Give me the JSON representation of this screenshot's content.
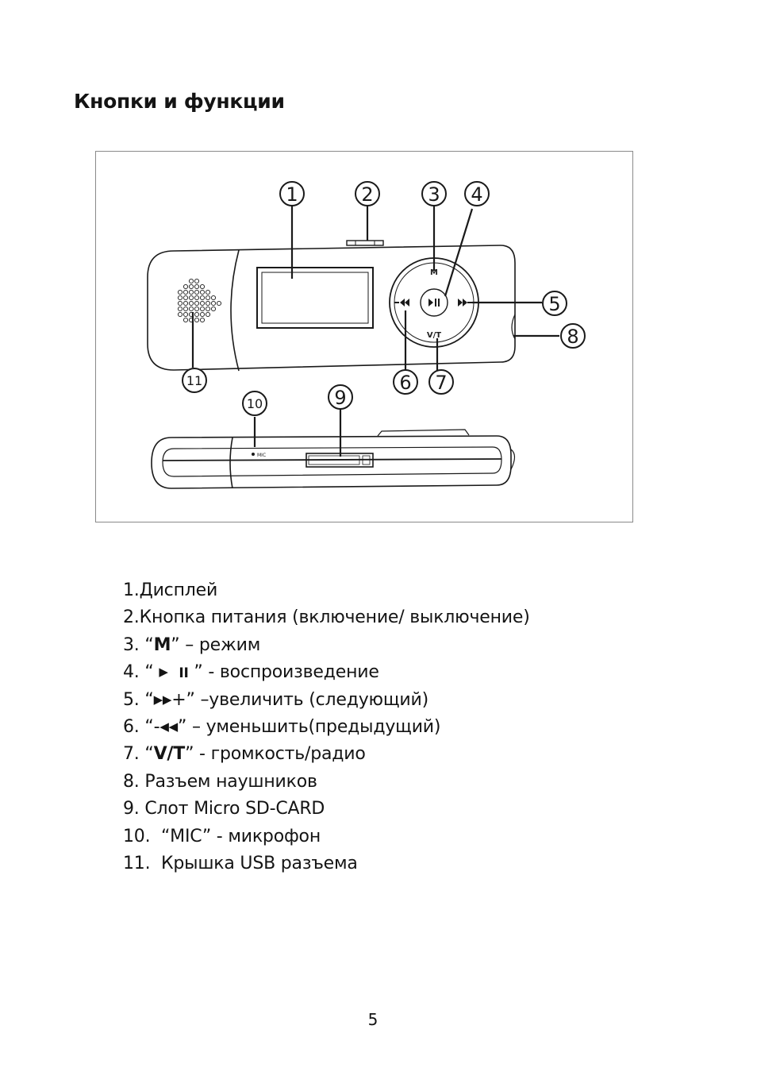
{
  "title": "Кнопки и функции",
  "figure": {
    "callouts": [
      "1",
      "2",
      "3",
      "4",
      "5",
      "6",
      "7",
      "8",
      "9",
      "10",
      "11"
    ],
    "button_labels": {
      "mode": "M",
      "volume": "V/T",
      "mic": "MIC"
    },
    "icons": [
      "play-pause-icon",
      "prev-icon",
      "next-icon",
      "speaker-grille-icon"
    ]
  },
  "items": [
    {
      "num": "1.",
      "text": "Дисплей"
    },
    {
      "num": "2.",
      "text": "Кнопка питания (включение/ выключение)"
    },
    {
      "num": "3.",
      "pre": "“",
      "key": "M",
      "post": "” – режим"
    },
    {
      "num": "4.",
      "pre": "“",
      "post": "” - воспроизведение"
    },
    {
      "num": "5.",
      "pre": "“",
      "mid": "+",
      "post": "” –увеличить (следующий)"
    },
    {
      "num": "6.",
      "pre": "“-",
      "post": "” – уменьшить(предыдущий)"
    },
    {
      "num": "7.",
      "pre": "“",
      "key": "V/T",
      "post": "” - громкость/радио"
    },
    {
      "num": "8.",
      "text": "Разъем наушников"
    },
    {
      "num": "9.",
      "text": "Слот Micro SD-CARD"
    },
    {
      "num": "10.",
      "text": "“MIC” - микрофон"
    },
    {
      "num": "11.",
      "text": "Крышка USB разъема"
    }
  ],
  "page_number": "5"
}
